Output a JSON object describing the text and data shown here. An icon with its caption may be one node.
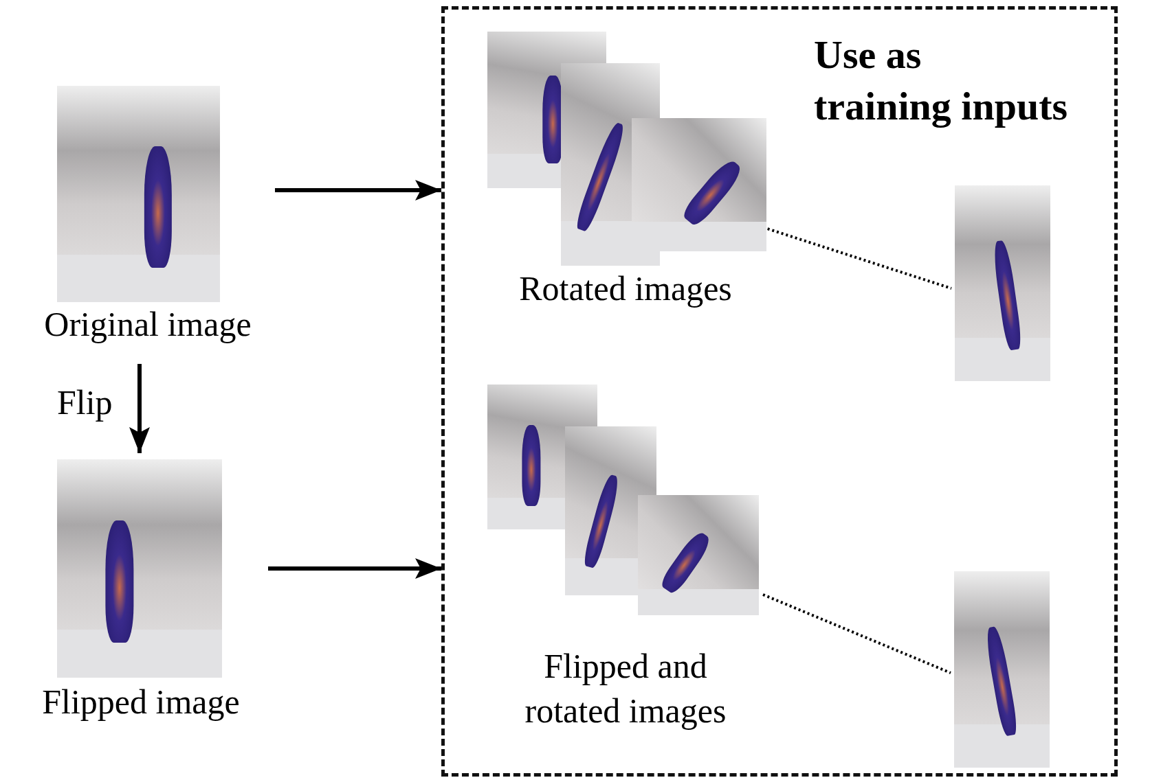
{
  "diagram": {
    "nodes": [
      {
        "text": [
          "Original image"
        ]
      },
      {
        "text": [
          "Flipped image"
        ]
      },
      {
        "text": [
          "Use as training inputs"
        ]
      },
      {
        "text": [
          "Rotated images"
        ],
        "in": 2
      },
      {
        "text": [],
        "shape": "picture",
        "in": 2
      },
      {
        "text": [
          "Flipped and rotated images"
        ],
        "in": 2
      },
      {
        "text": [],
        "shape": "picture",
        "in": 2
      }
    ],
    "edges": [
      {
        "from": 0,
        "to": 1,
        "arrow": "to",
        "label": "Flip"
      },
      {
        "from": 0,
        "to": 2,
        "arrow": "to"
      },
      {
        "from": 1,
        "to": 2,
        "arrow": "to"
      },
      {
        "from": 3,
        "to": 4,
        "arrow": "none",
        "style": "dashed"
      },
      {
        "from": 5,
        "to": 6,
        "arrow": "none",
        "style": "dashed"
      }
    ]
  }
}
